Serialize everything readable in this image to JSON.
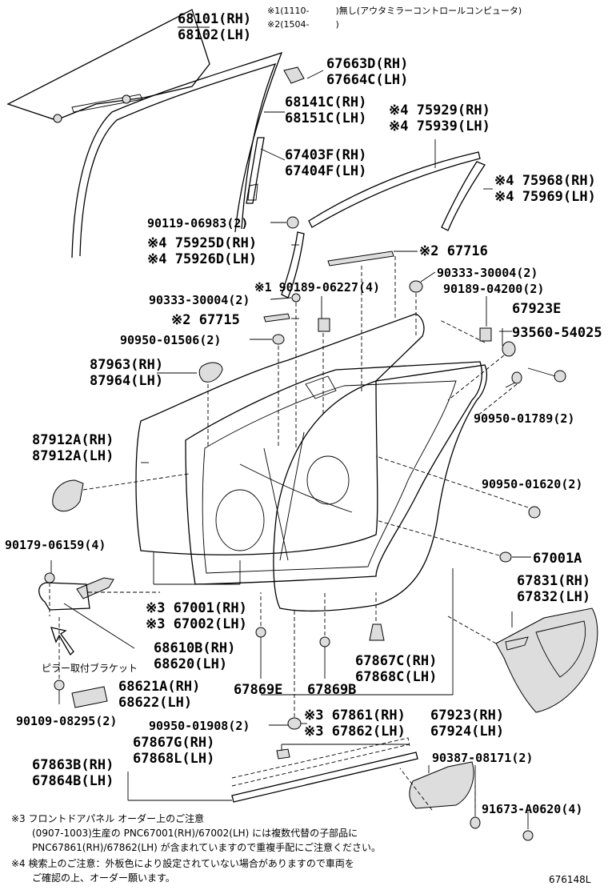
{
  "header": {
    "note1_mark": "※1",
    "note1_code": "(1110-",
    "note1_text": ")無し(アウタミラーコントロールコンピュータ)",
    "note2_mark": "※2",
    "note2_code": "(1504-",
    "note2_text": ")"
  },
  "parts": [
    {
      "id": "glass",
      "l1": "68101(RH)",
      "l2": "68102(LH)"
    },
    {
      "id": "run-cover",
      "l1": "67663D(RH)",
      "l2": "67664C(LH)"
    },
    {
      "id": "run-channel",
      "l1": "68141C(RH)",
      "l2": "68151C(LH)"
    },
    {
      "id": "moulding-upper",
      "l1": "※4 75929(RH)",
      "l2": "※4 75939(LH)"
    },
    {
      "id": "division-bar",
      "l1": "67403F(RH)",
      "l2": "67404F(LH)"
    },
    {
      "id": "moulding-rear",
      "l1": "※4 75968(RH)",
      "l2": "※4 75969(LH)"
    },
    {
      "id": "bolt-06983",
      "l1": "90119-06983(2)"
    },
    {
      "id": "moulding-front",
      "l1": "※4 75925D(RH)",
      "l2": "※4 75926D(LH)"
    },
    {
      "id": "part-67716",
      "l1": "※2 67716"
    },
    {
      "id": "plug-30004-right",
      "l1": "90333-30004(2)"
    },
    {
      "id": "clip-06227",
      "l1": "※1 90189-06227(4)"
    },
    {
      "id": "clip-04200",
      "l1": "90189-04200(2)"
    },
    {
      "id": "plug-30004-left",
      "l1": "90333-30004(2)"
    },
    {
      "id": "part-67923e",
      "l1": "67923E"
    },
    {
      "id": "part-67715",
      "l1": "※2 67715"
    },
    {
      "id": "screw-54025",
      "l1": "93560-54025"
    },
    {
      "id": "plug-01506",
      "l1": "90950-01506(2)"
    },
    {
      "id": "cover-87963",
      "l1": "87963(RH)",
      "l2": "87964(LH)"
    },
    {
      "id": "plug-01789",
      "l1": "90950-01789(2)"
    },
    {
      "id": "cover-87912",
      "l1": "87912A(RH)",
      "l2": "87912A(LH)"
    },
    {
      "id": "plug-01620",
      "l1": "90950-01620(2)"
    },
    {
      "id": "bolt-06159",
      "l1": "90179-06159(4)"
    },
    {
      "id": "plug-67001a",
      "l1": "67001A"
    },
    {
      "id": "seal-67831",
      "l1": "67831(RH)",
      "l2": "67832(LH)"
    },
    {
      "id": "panel-67001",
      "l1": "※3 67001(RH)",
      "l2": "※3 67002(LH)"
    },
    {
      "id": "check-68610",
      "l1": "68610B(RH)",
      "l2": "68620(LH)"
    },
    {
      "id": "clip-67867",
      "l1": "67867C(RH)",
      "l2": "67868C(LH)"
    },
    {
      "id": "clip-67869e",
      "l1": "67869E"
    },
    {
      "id": "clip-67869b",
      "l1": "67869B"
    },
    {
      "id": "cover-68621",
      "l1": "68621A(RH)",
      "l2": "68622(LH)"
    },
    {
      "id": "bolt-08295",
      "l1": "90109-08295(2)"
    },
    {
      "id": "plug-01908",
      "l1": "90950-01908(2)"
    },
    {
      "id": "weatherstrip-67861",
      "l1": "※3 67861(RH)",
      "l2": "※3 67862(LH)"
    },
    {
      "id": "cover-67923",
      "l1": "67923(RH)",
      "l2": "67924(LH)"
    },
    {
      "id": "part-67867g",
      "l1": "67867G(RH)",
      "l2": "67868L(LH)"
    },
    {
      "id": "weatherstrip-67863",
      "l1": "67863B(RH)",
      "l2": "67864B(LH)"
    },
    {
      "id": "clip-08171",
      "l1": "90387-08171(2)"
    },
    {
      "id": "clip-a0620",
      "l1": "91673-A0620(4)"
    }
  ],
  "pillar_bracket": "ピラー取付ブラケット",
  "footnotes": {
    "n3_l1": "※3 フロントドアパネル オーダー上のご注意",
    "n3_l2": "(0907-1003)生産の PNC67001(RH)/67002(LH) には複数代替の子部品に",
    "n3_l3": "PNC67861(RH)/67862(LH) が含まれていますので重複手配にご注意ください。",
    "n4_l1": "※4 検索上のご注意：外板色により設定されていない場合がありますので車両を",
    "n4_l2": "ご確認の上、オーダー願います。"
  },
  "figure_code": "676148L"
}
